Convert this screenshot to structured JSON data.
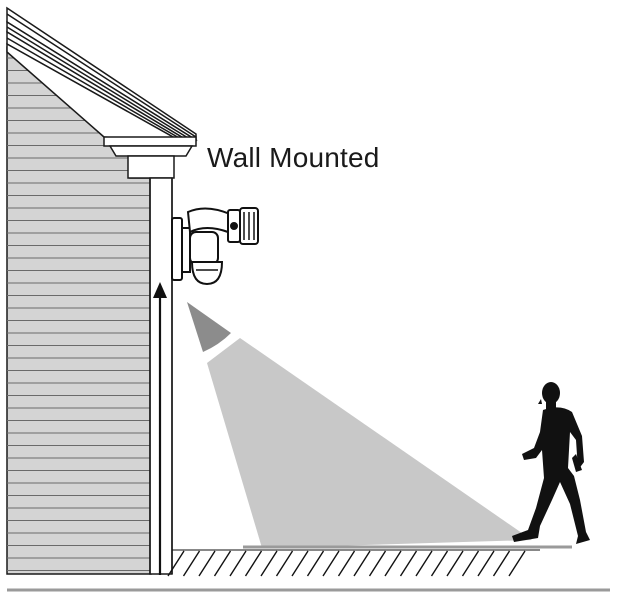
{
  "diagram": {
    "caption": "Wall Mounted"
  },
  "parts": {
    "house": "house-siding",
    "fixture": "motion-sensor-light",
    "beam": "light-beam",
    "sensor_cone": "motion-detection-cone",
    "person": "walking-person",
    "arrow": "mounting-height-arrow",
    "ground": "ground-hatching"
  },
  "colors": {
    "beam": "#c8c8c8",
    "sensor_cone": "#8c8c8c",
    "siding": "#d0d0d0",
    "outline": "#1a1a1a",
    "ground_line": "#9a9a9a",
    "person": "#111111"
  }
}
